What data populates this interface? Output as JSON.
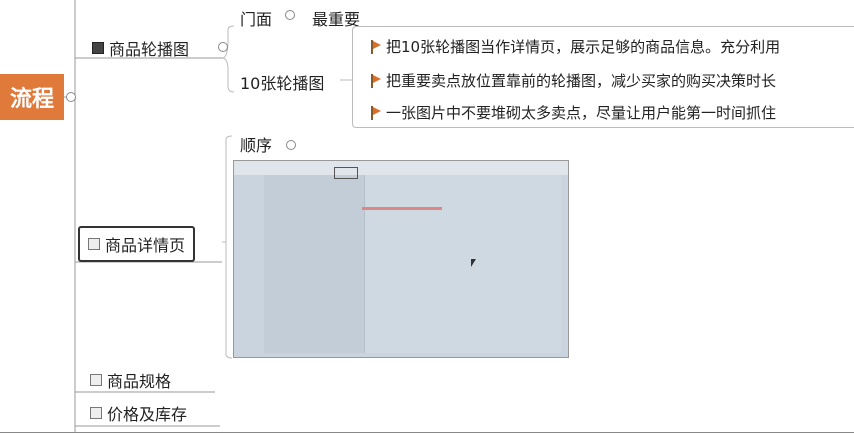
{
  "root": {
    "label": "流程"
  },
  "branches": {
    "carousel": {
      "label": "商品轮播图",
      "children": [
        {
          "label": "门面",
          "value": "最重要"
        },
        {
          "label": "10张轮播图"
        }
      ],
      "notes": [
        "把10张轮播图当作详情页，展示足够的商品信息。充分利用",
        "把重要卖点放位置靠前的轮播图，减少买家的购买决策时长",
        "一张图片中不要堆砌太多卖点，尽量让用户能第一时间抓住"
      ]
    },
    "detail": {
      "label": "商品详情页",
      "child": "顺序"
    },
    "spec": {
      "label": "商品规格"
    },
    "price": {
      "label": "价格及库存"
    }
  },
  "colors": {
    "root_bg": "#e07a3a",
    "flag": "#d9702a",
    "thumb_bg": "#c9d4de"
  }
}
